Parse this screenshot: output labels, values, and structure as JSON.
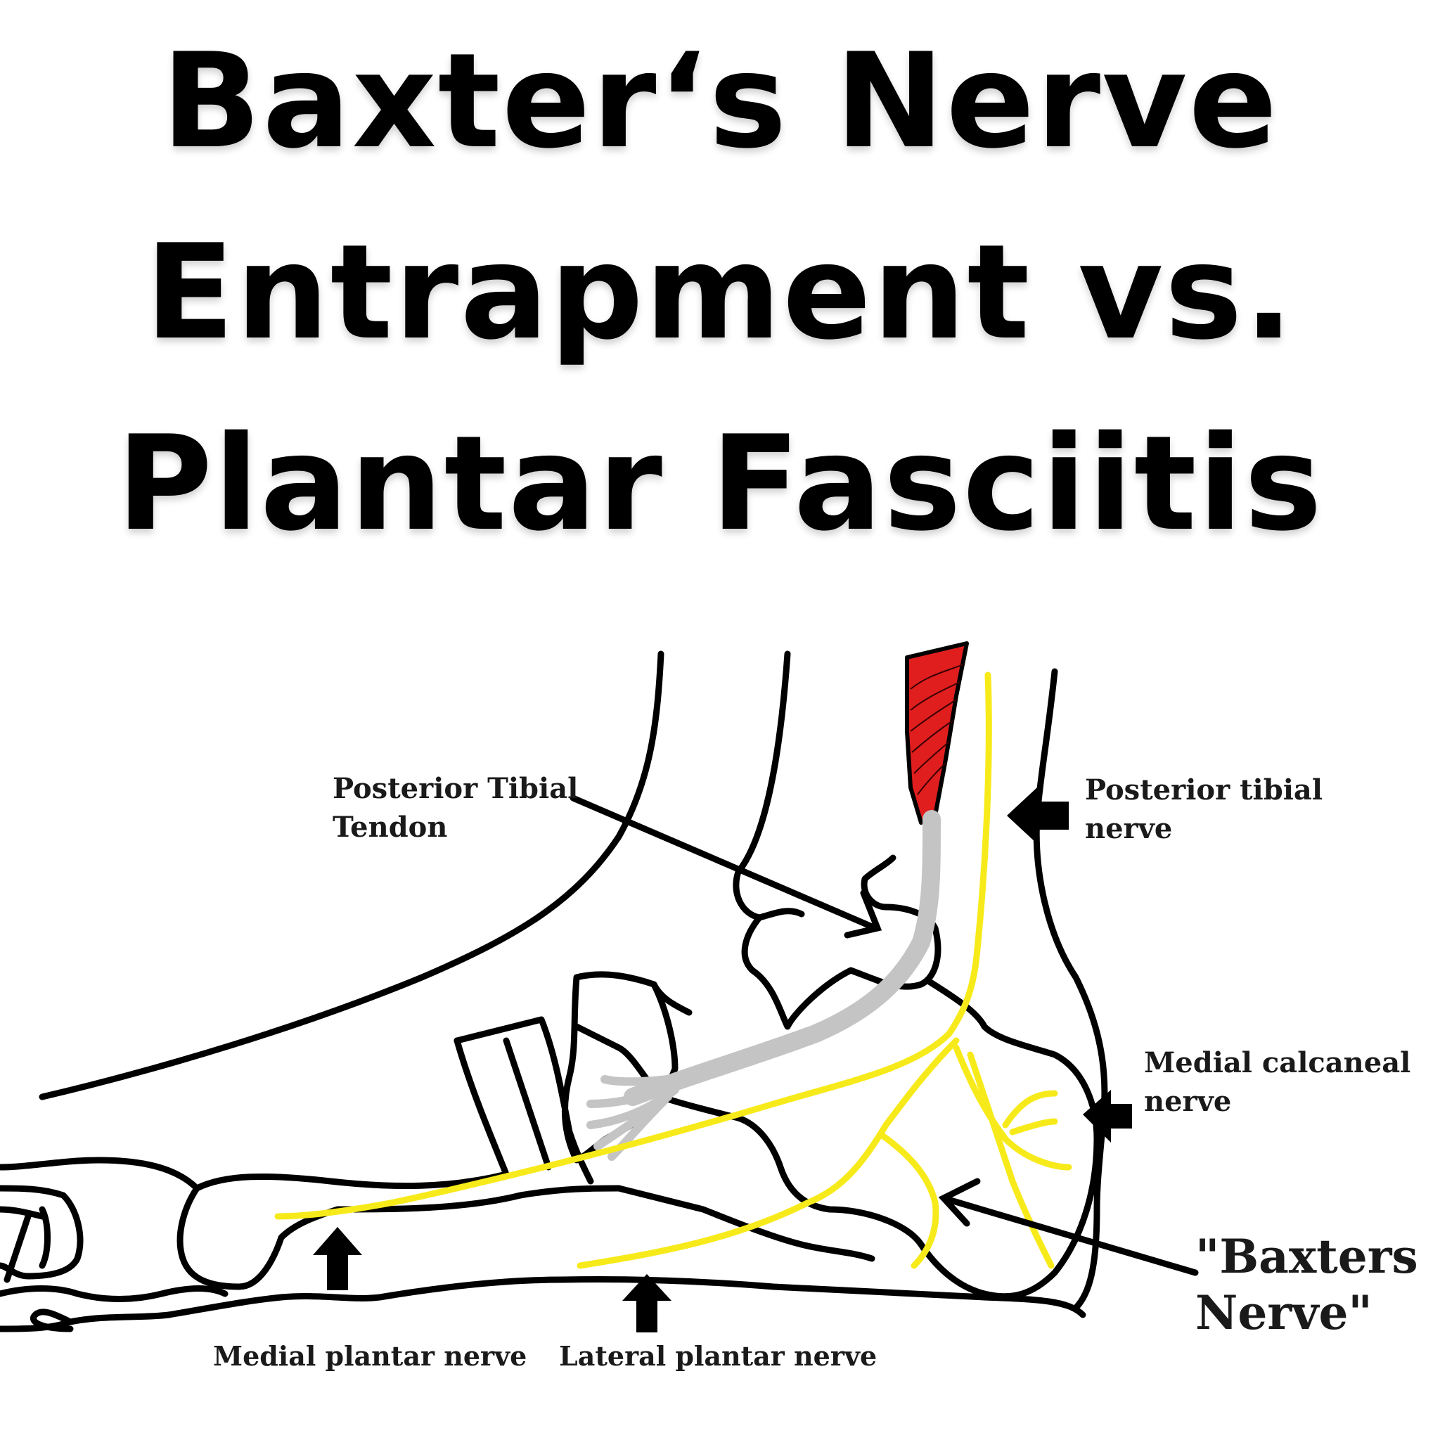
{
  "title": {
    "lines": [
      "Baxter‘s Nerve",
      "Entrapment vs.",
      "Plantar Fasciitis"
    ]
  },
  "labels": {
    "posterior_tibial_tendon": [
      "Posterior Tibial",
      "Tendon"
    ],
    "posterior_tibial_nerve": [
      "Posterior tibial",
      "nerve"
    ],
    "medial_calcaneal_nerve": [
      "Medial calcaneal",
      "nerve"
    ],
    "baxters_nerve": [
      "\"Baxters",
      "Nerve\""
    ],
    "medial_plantar_nerve": "Medial plantar nerve",
    "lateral_plantar_nerve": "Lateral plantar nerve"
  },
  "colors": {
    "nerve": "#f7ea1a",
    "tendon": "#c4c4c4",
    "muscle": "#e01e1e",
    "outline": "#000000"
  }
}
